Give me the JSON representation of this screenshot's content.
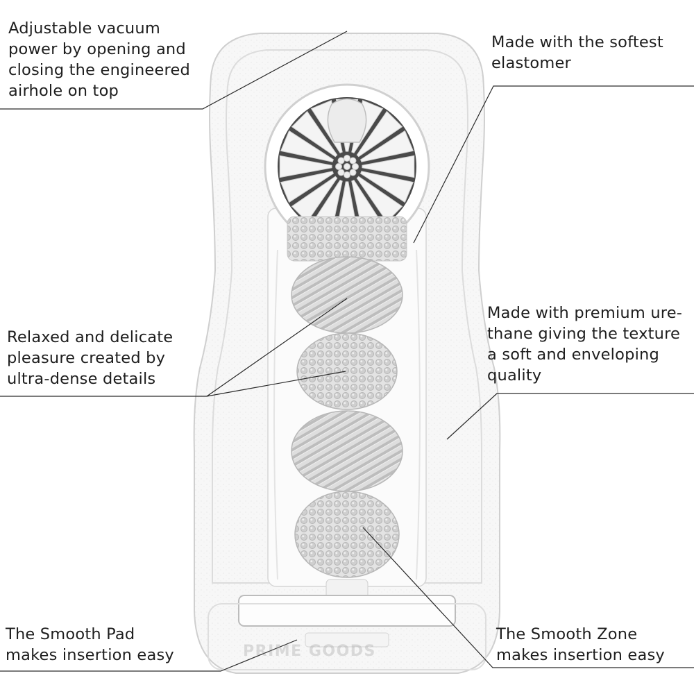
{
  "callouts": {
    "vacuum": [
      "Adjustable vacuum",
      "power by opening and",
      "closing the engineered",
      "airhole on top"
    ],
    "elastomer": [
      "Made with the softest",
      "elastomer"
    ],
    "details": [
      "Relaxed and delicate",
      "pleasure created by",
      "ultra-dense details"
    ],
    "urethane": [
      "Made with premium ure-",
      "thane giving the texture",
      "a soft and enveloping",
      "quality"
    ],
    "smooth_pad": [
      "The Smooth Pad",
      "makes insertion easy"
    ],
    "smooth_zone": [
      "The Smooth Zone",
      "makes insertion easy"
    ]
  },
  "watermark": "PRIME GOODS",
  "colors": {
    "text": "#1e1e1e",
    "line": "#2a2a2a",
    "outline": "#cfcfcf",
    "texture": "#bdbdbd"
  }
}
